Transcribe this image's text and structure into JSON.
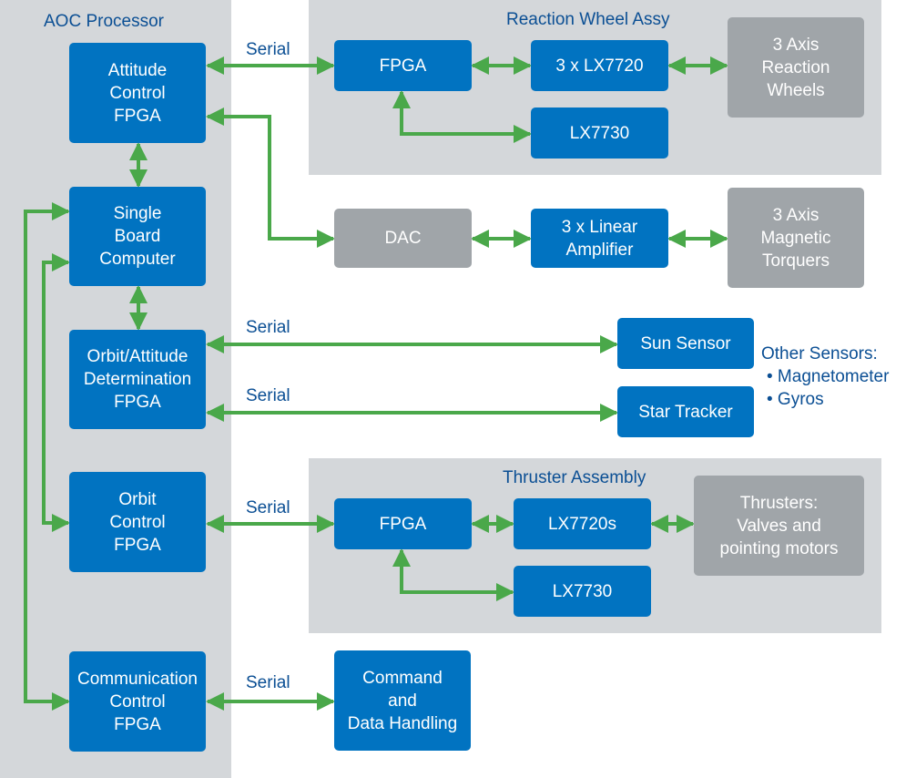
{
  "panels": {
    "aoc": "AOC Processor",
    "reaction_wheel": "Reaction Wheel Assy",
    "thruster": "Thruster Assembly"
  },
  "blocks": {
    "attitude_control": "Attitude\nControl\nFPGA",
    "single_board": "Single\nBoard\nComputer",
    "orbit_attitude_det": "Orbit/Attitude\nDetermination\nFPGA",
    "orbit_control": "Orbit\nControl\nFPGA",
    "comm_control": "Communication\nControl\nFPGA",
    "rw_fpga": "FPGA",
    "rw_lx7720": "3 x LX7720",
    "rw_lx7730": "LX7730",
    "reaction_wheels": "3 Axis\nReaction\nWheels",
    "dac": "DAC",
    "linear_amp": "3 x Linear\nAmplifier",
    "magnetic_torquers": "3 Axis\nMagnetic\nTorquers",
    "sun_sensor": "Sun Sensor",
    "star_tracker": "Star Tracker",
    "th_fpga": "FPGA",
    "th_lx7720s": "LX7720s",
    "th_lx7730": "LX7730",
    "thrusters": "Thrusters:\nValves and\npointing motors",
    "cdh": "Command\nand\nData Handling"
  },
  "link_labels": {
    "serial_rw": "Serial",
    "serial_sun": "Serial",
    "serial_star": "Serial",
    "serial_th": "Serial",
    "serial_cdh": "Serial"
  },
  "other_sensors": {
    "title": "Other Sensors:",
    "items": [
      "• Magnetometer",
      "• Gyros"
    ]
  },
  "colors": {
    "block_blue": "#0173c1",
    "block_gray": "#a0a5a9",
    "panel_gray": "#d4d7da",
    "arrow_green": "#4aa84a",
    "label_blue": "#0b4f94"
  }
}
